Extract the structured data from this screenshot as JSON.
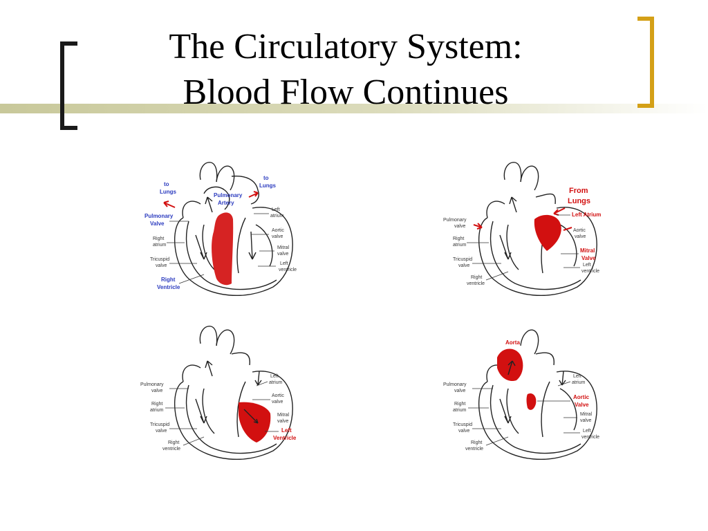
{
  "slide": {
    "title_line1": "The Circulatory System:",
    "title_line2": "Blood Flow Continues"
  },
  "colors": {
    "accent_gold": "#d4a017",
    "bracket_dark": "#1a1a1a",
    "rule_olive": "#c8c89a",
    "blood_red": "#d21010",
    "label_blue": "#2b3bbf"
  },
  "panels": {
    "top_left": {
      "to_lungs_left": [
        "to",
        "Lungs"
      ],
      "to_lungs_right": [
        "to",
        "Lungs"
      ],
      "pulmonary_artery": [
        "Pulmonary",
        "Artery"
      ],
      "pulmonary_valve": [
        "Pulmonary",
        "Valve"
      ],
      "left_atrium": [
        "Left",
        "atrium"
      ],
      "aortic_valve": [
        "Aortic",
        "valve"
      ],
      "right_atrium": [
        "Right",
        "atrium"
      ],
      "mitral_valve": [
        "Mitral",
        "valve"
      ],
      "tricuspid_valve": [
        "Tricuspid",
        "valve"
      ],
      "left_ventricle": [
        "Left",
        "ventricle"
      ],
      "right_ventricle": [
        "Right",
        "Ventricle"
      ]
    },
    "top_right": {
      "from_lungs": [
        "From",
        "Lungs"
      ],
      "left_atrium": "Left Atrium",
      "pulmonary_valve": [
        "Pulmonary",
        "valve"
      ],
      "aortic_valve": [
        "Aortic",
        "valve"
      ],
      "right_atrium": [
        "Right",
        "atrium"
      ],
      "mitral_valve": [
        "Mitral",
        "Valve"
      ],
      "tricuspid_valve": [
        "Tricuspid",
        "valve"
      ],
      "left_ventricle": [
        "Left",
        "ventricle"
      ],
      "right_ventricle": [
        "Right",
        "ventricle"
      ]
    },
    "bottom_left": {
      "pulmonary_valve": [
        "Pulmonary",
        "valve"
      ],
      "left_atrium": [
        "Left",
        "atrium"
      ],
      "right_atrium": [
        "Right",
        "atrium"
      ],
      "aortic_valve": [
        "Aortic",
        "valve"
      ],
      "mitral_valve": [
        "Mitral",
        "valve"
      ],
      "tricuspid_valve": [
        "Tricuspid",
        "valve"
      ],
      "left_ventricle": [
        "Left",
        "Ventricle"
      ],
      "right_ventricle": [
        "Right",
        "ventricle"
      ]
    },
    "bottom_right": {
      "aorta": "Aorta",
      "pulmonary_valve": [
        "Pulmonary",
        "valve"
      ],
      "left_atrium": [
        "Left",
        "atrium"
      ],
      "right_atrium": [
        "Right",
        "atrium"
      ],
      "aortic_valve": [
        "Aortic",
        "Valve"
      ],
      "mitral_valve": [
        "Mitral",
        "valve"
      ],
      "tricuspid_valve": [
        "Tricuspid",
        "valve"
      ],
      "left_ventricle": [
        "Left",
        "ventricle"
      ],
      "right_ventricle": [
        "Right",
        "ventricle"
      ]
    }
  }
}
